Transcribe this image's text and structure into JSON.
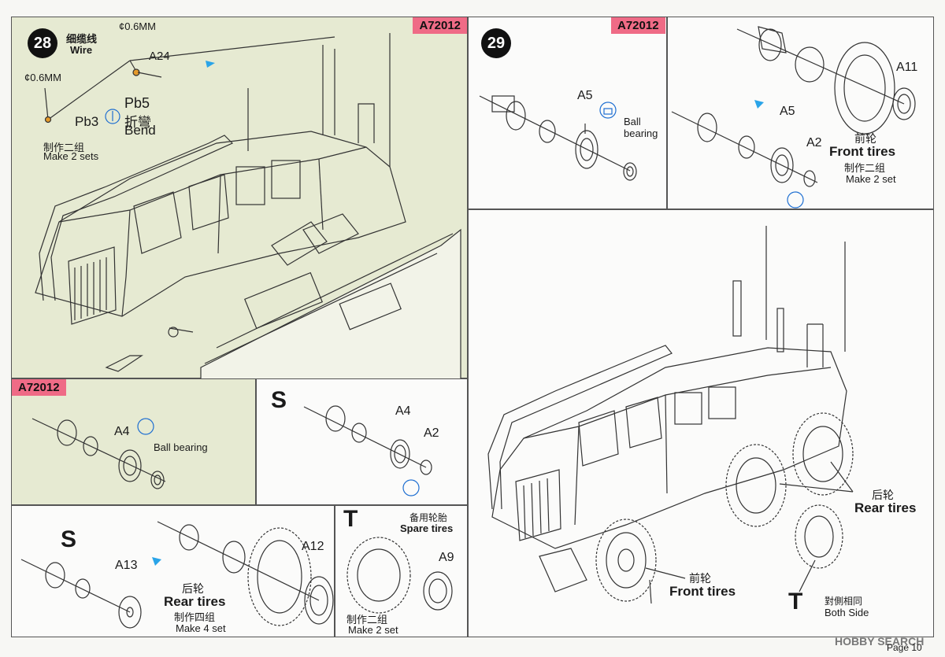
{
  "product_code": "A72012",
  "step28": {
    "number": "28",
    "wire_cn": "细缆线",
    "wire_en": "Wire",
    "diam1": "¢0.6MM",
    "diam2": "¢0.6MM",
    "part_a24": "A24",
    "part_pb5": "Pb5",
    "bend_cn": "折彎",
    "bend_en": "Bend",
    "part_pb3": "Pb3",
    "make_cn": "制作二组",
    "make_en": "Make 2 sets"
  },
  "step29": {
    "number": "29",
    "part_a5_left": "A5",
    "ball_bearing": "Ball bearing",
    "part_a11": "A11",
    "part_a5_right": "A5",
    "part_a2": "A2",
    "front_cn": "前轮",
    "front_en": "Front tires",
    "make_cn": "制作二组",
    "make_en": "Make 2 set"
  },
  "sub_a4": {
    "code": "A72012",
    "part_a4": "A4",
    "ball_bearing": "Ball bearing"
  },
  "sub_s": {
    "letter": "S",
    "part_a4": "A4",
    "part_a2": "A2"
  },
  "sub_rear": {
    "letter": "S",
    "part_a13": "A13",
    "part_a12": "A12",
    "rear_cn": "后轮",
    "rear_en": "Rear tires",
    "make_cn": "制作四组",
    "make_en": "Make 4 set"
  },
  "sub_spare": {
    "letter": "T",
    "spare_cn": "备用轮胎",
    "spare_en": "Spare tires",
    "part_a9": "A9",
    "make_cn": "制作二组",
    "make_en": "Make 2 set"
  },
  "main_view": {
    "rear_cn": "后轮",
    "rear_en": "Rear tires",
    "front_cn": "前轮",
    "front_en": "Front tires",
    "letter_t": "T",
    "both_cn": "對側相同",
    "both_en": "Both Side"
  },
  "footer": {
    "watermark": "HOBBY SEARCH",
    "page": "Page 10"
  }
}
